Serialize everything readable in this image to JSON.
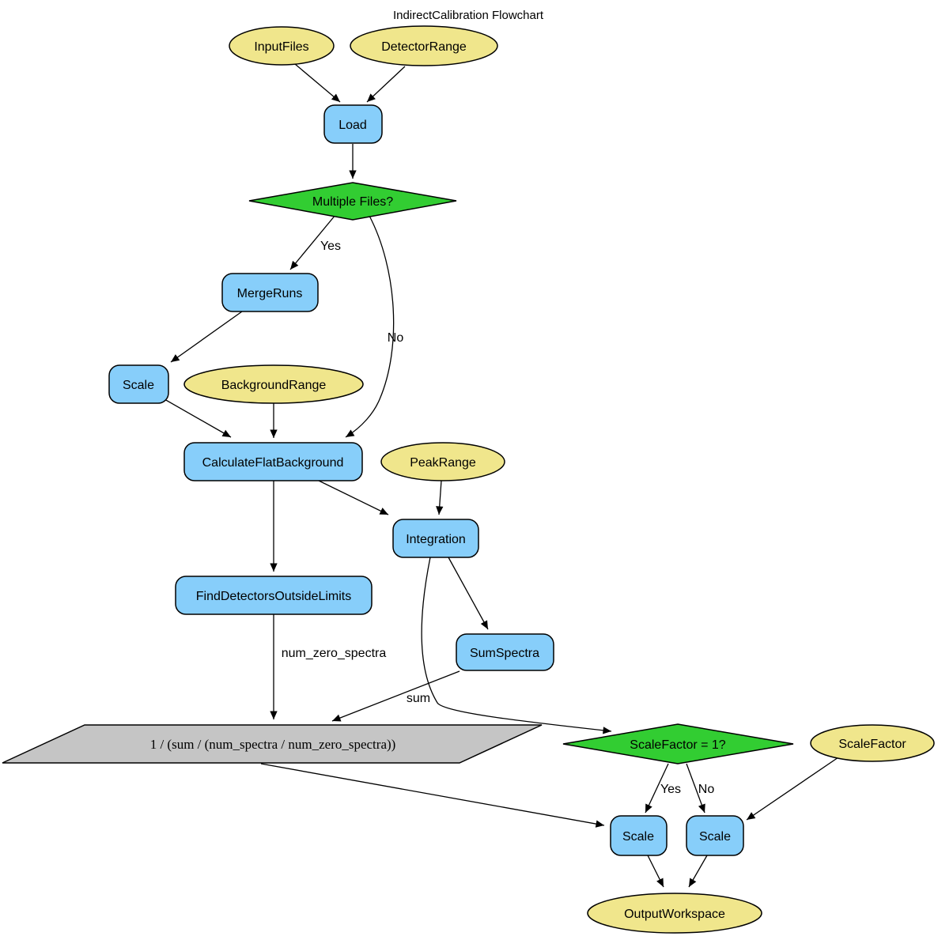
{
  "title": "IndirectCalibration Flowchart",
  "colors": {
    "algorithm": "#87CEFA",
    "parameter": "#F0E68C",
    "decision": "#32CD32",
    "value": "#C5C5C5"
  },
  "nodes": {
    "input_files": "InputFiles",
    "detector_range": "DetectorRange",
    "load": "Load",
    "multiple_files": "Multiple Files?",
    "merge_runs": "MergeRuns",
    "scale_pre": "Scale",
    "background_range": "BackgroundRange",
    "calculate_flat_background": "CalculateFlatBackground",
    "peak_range": "PeakRange",
    "integration": "Integration",
    "find_detectors_outside_limits": "FindDetectorsOutsideLimits",
    "sum_spectra": "SumSpectra",
    "formula": "1 / (sum / (num_spectra / num_zero_spectra))",
    "scale_factor_check": "ScaleFactor = 1?",
    "scale_factor": "ScaleFactor",
    "scale_yes": "Scale",
    "scale_no": "Scale",
    "output_workspace": "OutputWorkspace"
  },
  "edge_labels": {
    "multiple_files_yes": "Yes",
    "multiple_files_no": "No",
    "num_zero_spectra": "num_zero_spectra",
    "sum": "sum",
    "scale_factor_yes": "Yes",
    "scale_factor_no": "No"
  },
  "edges": [
    {
      "from": "InputFiles",
      "to": "Load"
    },
    {
      "from": "DetectorRange",
      "to": "Load"
    },
    {
      "from": "Load",
      "to": "Multiple Files?"
    },
    {
      "from": "Multiple Files?",
      "to": "MergeRuns",
      "label": "Yes"
    },
    {
      "from": "Multiple Files?",
      "to": "CalculateFlatBackground",
      "label": "No"
    },
    {
      "from": "MergeRuns",
      "to": "Scale"
    },
    {
      "from": "Scale",
      "to": "CalculateFlatBackground"
    },
    {
      "from": "BackgroundRange",
      "to": "CalculateFlatBackground"
    },
    {
      "from": "CalculateFlatBackground",
      "to": "FindDetectorsOutsideLimits"
    },
    {
      "from": "CalculateFlatBackground",
      "to": "Integration"
    },
    {
      "from": "PeakRange",
      "to": "Integration"
    },
    {
      "from": "Integration",
      "to": "SumSpectra"
    },
    {
      "from": "Integration",
      "to": "ScaleFactor = 1?"
    },
    {
      "from": "FindDetectorsOutsideLimits",
      "to": "1 / (sum / (num_spectra / num_zero_spectra))",
      "label": "num_zero_spectra"
    },
    {
      "from": "SumSpectra",
      "to": "1 / (sum / (num_spectra / num_zero_spectra))",
      "label": "sum"
    },
    {
      "from": "1 / (sum / (num_spectra / num_zero_spectra))",
      "to": "Scale (yes branch)"
    },
    {
      "from": "ScaleFactor = 1?",
      "to": "Scale (yes branch)",
      "label": "Yes"
    },
    {
      "from": "ScaleFactor = 1?",
      "to": "Scale (no branch)",
      "label": "No"
    },
    {
      "from": "ScaleFactor",
      "to": "Scale (no branch)"
    },
    {
      "from": "Scale (yes branch)",
      "to": "OutputWorkspace"
    },
    {
      "from": "Scale (no branch)",
      "to": "OutputWorkspace"
    }
  ]
}
